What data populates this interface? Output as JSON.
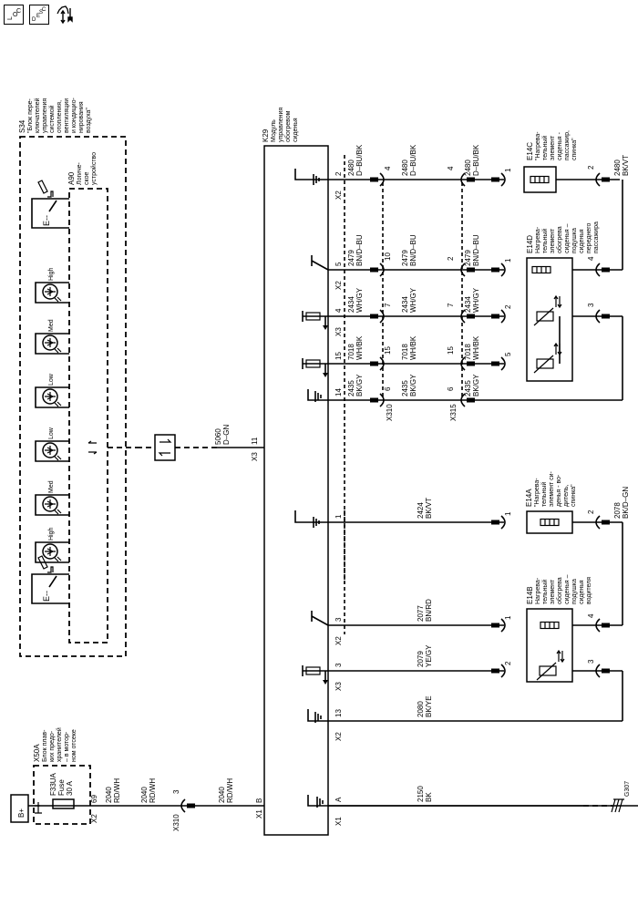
{
  "toolbar": {
    "loc_button": {
      "label": "LOC",
      "icon": "location-view-icon"
    },
    "desc_button": {
      "label": "DESC",
      "icon": "description-view-icon"
    },
    "service_button": {
      "icon": "hand-wrench-icon"
    }
  },
  "battery": {
    "label": "B+"
  },
  "fuse_block": {
    "id": "X50A",
    "name": "Блок плав-ких предо-хранителей – в мотор-ном отсеке",
    "name_lines": [
      "Блок плав-",
      "ких предо-",
      "хранителей",
      "– в мотор-",
      "ном отсеке"
    ],
    "fuse_lines": [
      "F33UA",
      "Fuse",
      "30 A"
    ],
    "connector": "X2",
    "pin": "69"
  },
  "switch_block": {
    "id": "S34",
    "name_lines": [
      "\"Блок пере-",
      "ключателей",
      "управления",
      "системой",
      "отопления,",
      "вентиляции",
      "и кондицио-",
      "нирования",
      "воздуха\""
    ],
    "logic_device": {
      "id": "A90",
      "name_lines": [
        "Логиче-",
        "ское",
        "устройство"
      ]
    },
    "indicators": [
      "High",
      "Med",
      "Low",
      "Low",
      "Med",
      "High"
    ]
  },
  "gateway": {
    "wire": "5060",
    "color": "D–GN",
    "connector": "X3",
    "pin": "11"
  },
  "module": {
    "id": "K29",
    "name_lines": [
      "Модуль",
      "управления",
      "обогревом",
      "сиденья"
    ]
  },
  "b_plus_wires": [
    {
      "circuit": "2040",
      "color": "RD/WH"
    },
    {
      "circuit": "2040",
      "color": "RD/WH"
    },
    {
      "circuit": "2040",
      "color": "RD/WH"
    }
  ],
  "b_plus_inline": {
    "connector": "X310",
    "pin": "3"
  },
  "module_b_pin": {
    "connector": "X1",
    "pin": "B"
  },
  "passenger_circuits": [
    {
      "pin": "2",
      "conn": "X2",
      "segments": [
        "2480\nD–BU/BK",
        "2480\nD–BU/BK",
        "2480\nD–BU/BK"
      ],
      "x310_pin": "4",
      "x315_pin": "4",
      "elem_pin": "1"
    },
    {
      "pin": "5",
      "conn": "X2",
      "segments": [
        "2479\nBN/D–BU",
        "2479\nBN/D–BU",
        "2479\nBN/D–BU"
      ],
      "x310_pin": "10",
      "x315_pin": "2",
      "elem_pin": "1"
    },
    {
      "pin": "4",
      "conn": "X3",
      "segments": [
        "2434\nWH/GY",
        "2434\nWH/GY",
        "2434\nWH/GY"
      ],
      "x310_pin": "7",
      "x315_pin": "7",
      "elem_pin": "2"
    },
    {
      "pin": "15",
      "conn": "",
      "segments": [
        "7018\nWH/BK",
        "7018\nWH/BK",
        "7018\nWH/BK"
      ],
      "x310_pin": "15",
      "x315_pin": "15",
      "elem_pin": "5"
    },
    {
      "pin": "14",
      "conn": "",
      "segments": [
        "2435\nBK/GY",
        "2435\nBK/GY",
        "2435\nBK/GY"
      ],
      "x310_pin": "6",
      "x315_pin": "6",
      "elem_pin": ""
    }
  ],
  "inline_connectors": {
    "first": "X310",
    "second": "X315"
  },
  "e14c": {
    "id": "E14C",
    "name_lines": [
      "\"Нагрева-",
      "тельный",
      "элемент",
      "сиденья -",
      "пассажир,",
      "спинка\""
    ],
    "out_pin": "2",
    "out_wire": "2480\nBK/VT"
  },
  "e14d": {
    "id": "E14D",
    "name_lines": [
      "Нагрева-",
      "тельный",
      "элемент",
      "обогрева",
      "сиденья –",
      "подушка",
      "сиденья",
      "переднего",
      "пассажира"
    ],
    "out_pin_heater": "4",
    "out_pin_sensor": "3"
  },
  "driver_circuits": [
    {
      "pin": "1",
      "conn": "",
      "wire": "2424\nBK/VT"
    },
    {
      "pin": "3",
      "conn": "X2",
      "wire": "2077\nBN/RD"
    },
    {
      "pin": "3",
      "conn": "X3",
      "wire": "2079\nYE/GY"
    },
    {
      "pin": "13",
      "conn": "X2",
      "wire": "2080\nBK/YE"
    },
    {
      "pin": "A",
      "conn": "X1",
      "wire": "2150\nBK"
    }
  ],
  "e14a": {
    "id": "E14A",
    "name_lines": [
      "\"Нагрева-",
      "тельный",
      "элемент си-",
      "денья - во-",
      "дитель,",
      "спинка\""
    ],
    "in_pin": "1",
    "out_pin": "2",
    "out_wire": "2078\nBK/D–GN"
  },
  "e14b": {
    "id": "E14B",
    "name_lines": [
      "Нагрева-",
      "тельный",
      "элемент",
      "обогрева",
      "сиденья –",
      "подушка",
      "сиденья",
      "водителя"
    ],
    "pins": {
      "heater_in": "1",
      "heater_out": "4",
      "sensor_in": "2",
      "sensor_out": "3"
    }
  },
  "ground": {
    "id": "G307"
  }
}
